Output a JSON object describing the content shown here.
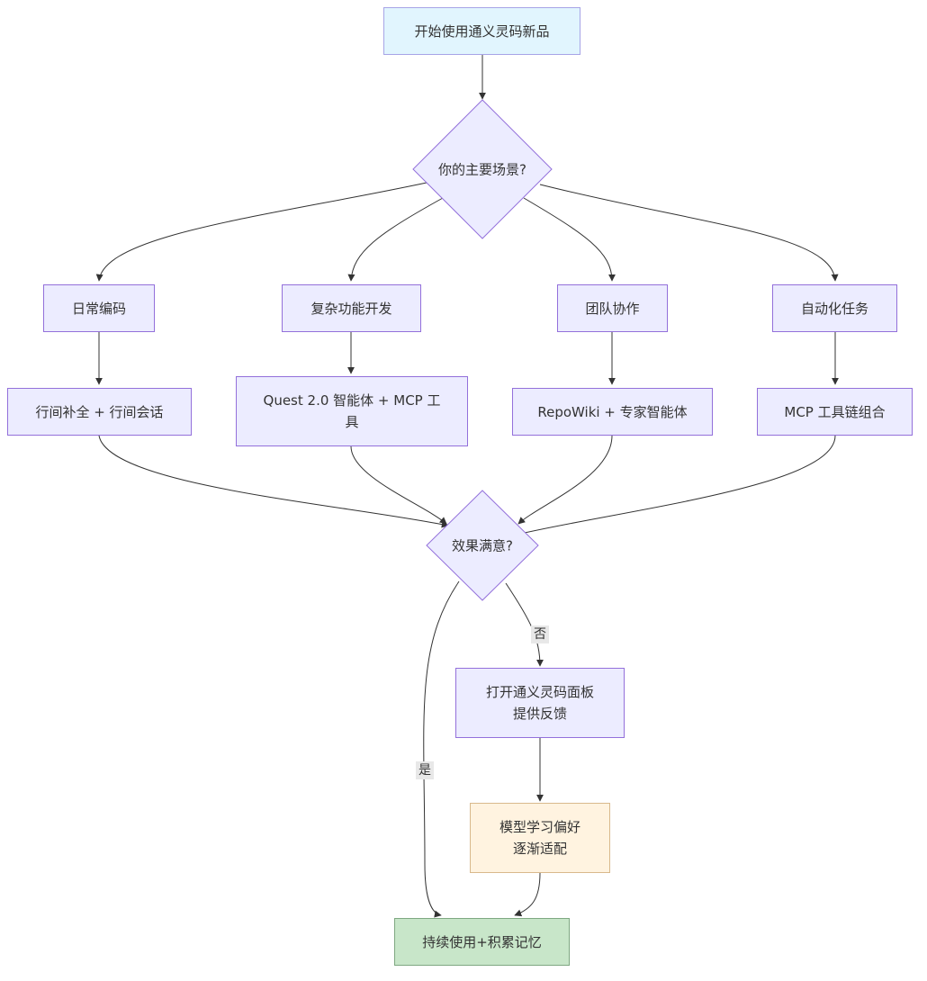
{
  "nodes": {
    "start": "开始使用通义灵码新品",
    "scenario": "你的主要场景?",
    "daily": "日常编码",
    "complex": "复杂功能开发",
    "team": "团队协作",
    "auto": "自动化任务",
    "completion": "行间补全 + 行间会话",
    "quest": "Quest 2.0 智能体 + MCP 工\n具",
    "repowiki": "RepoWiki + 专家智能体",
    "mcp_chain": "MCP 工具链组合",
    "satisfied": "效果满意?",
    "feedback": "打开通义灵码面板\n提供反馈",
    "learn": "模型学习偏好\n逐渐适配",
    "end": "持续使用+积累记忆"
  },
  "edge_labels": {
    "no": "否",
    "yes": "是"
  },
  "colors": {
    "node_fill": "#ececff",
    "node_stroke": "#9370db",
    "start_fill": "#e1f5fe",
    "learn_fill": "#fff3e0",
    "end_fill": "#c8e6c9",
    "edge": "#333333"
  }
}
